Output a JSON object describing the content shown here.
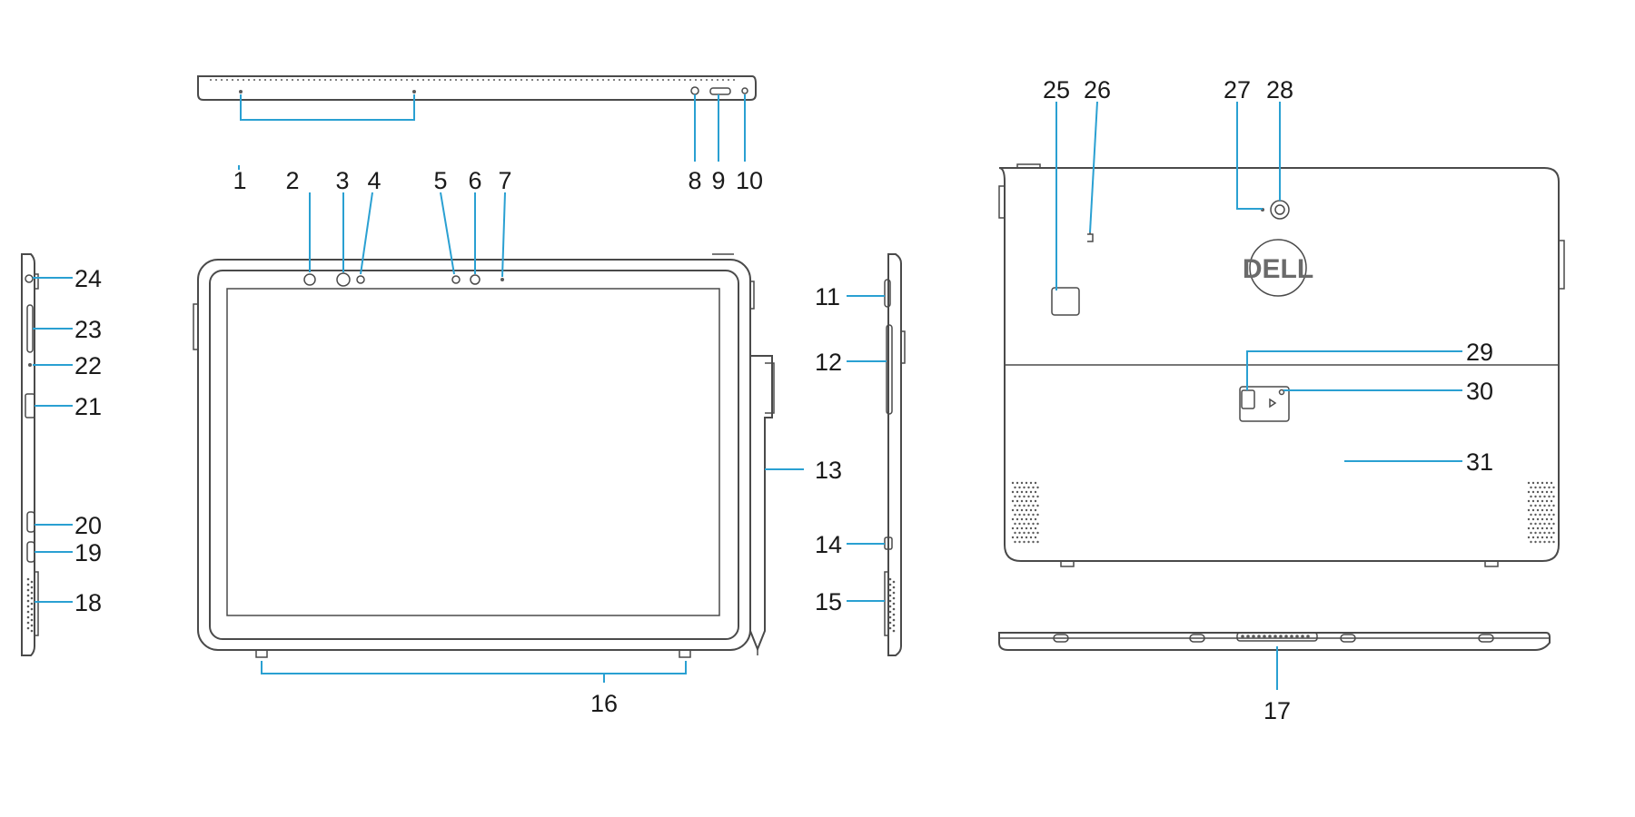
{
  "diagram": {
    "callouts": [
      "1",
      "2",
      "3",
      "4",
      "5",
      "6",
      "7",
      "8",
      "9",
      "10",
      "11",
      "12",
      "13",
      "14",
      "15",
      "16",
      "17",
      "18",
      "19",
      "20",
      "21",
      "22",
      "23",
      "24",
      "25",
      "26",
      "27",
      "28",
      "29",
      "30",
      "31"
    ],
    "logo_text": "DELL",
    "colors": {
      "leader_line": "#2aa0d2",
      "outline": "#4a4a4a",
      "label": "#1a1a1a"
    }
  }
}
